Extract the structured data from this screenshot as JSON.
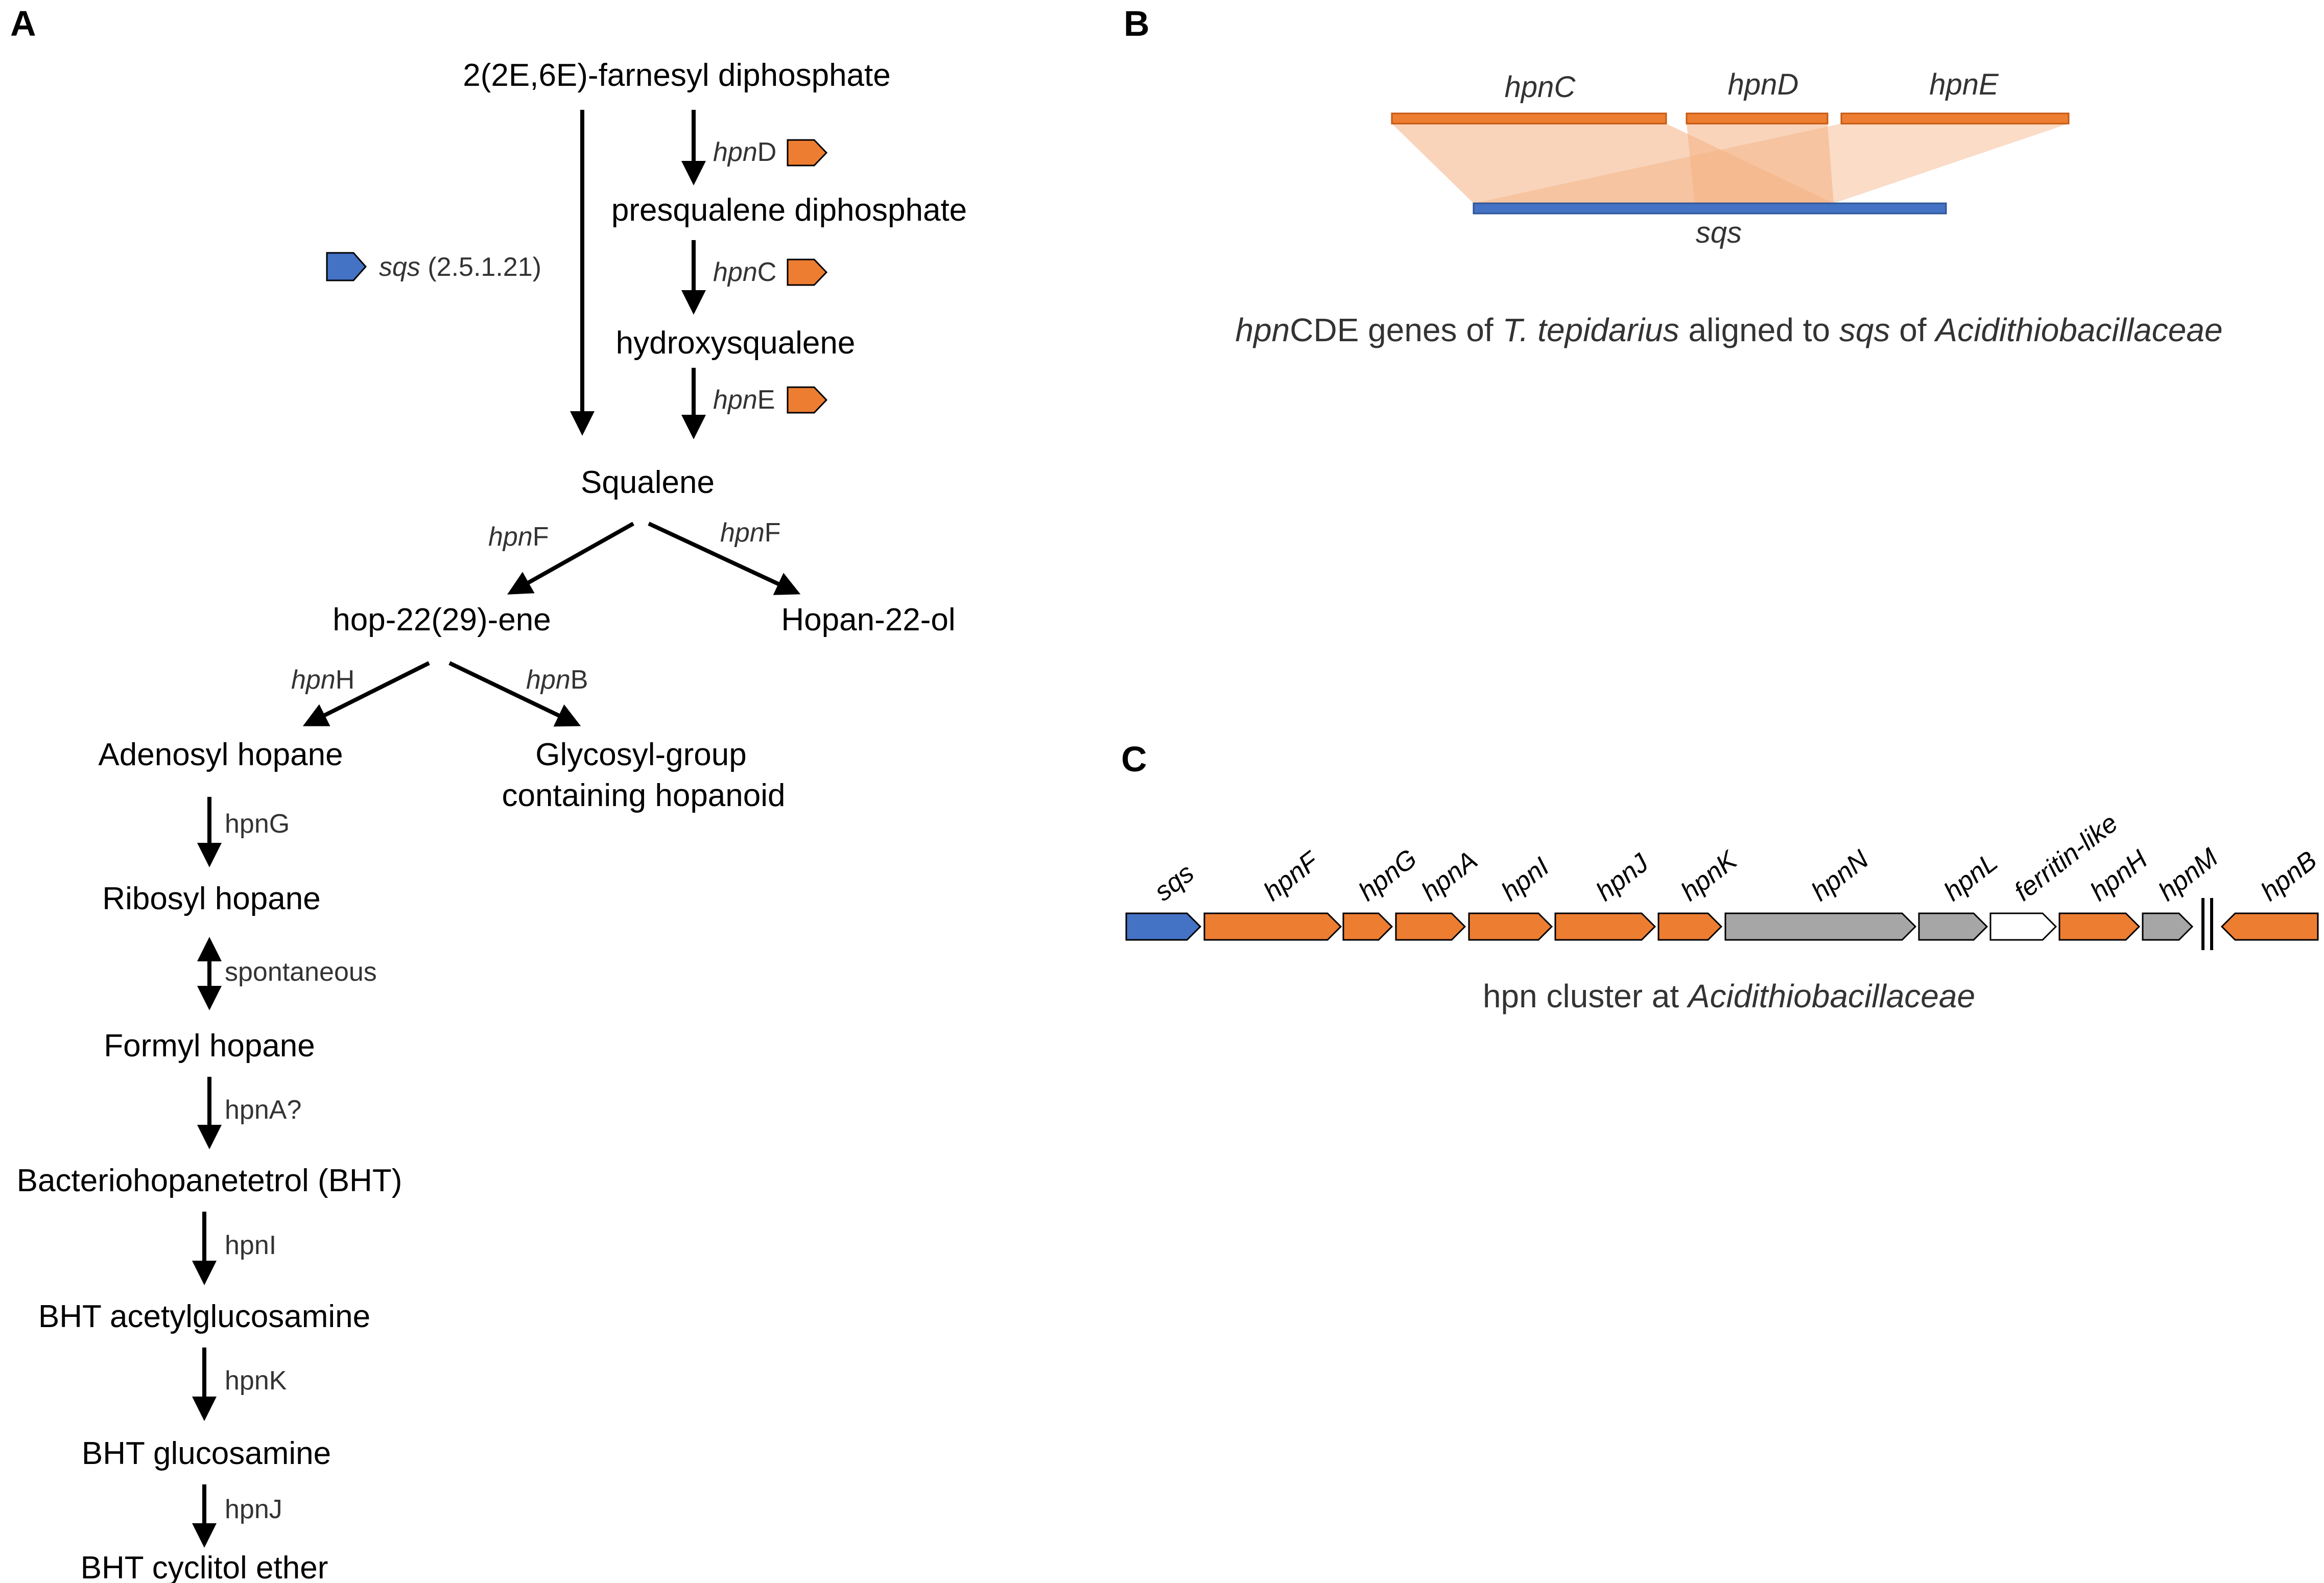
{
  "colors": {
    "hpn_orange": "#ED7D31",
    "sqs_blue": "#4472C4",
    "grey_gene": "#A6A6A6",
    "white_gene": "#FFFFFF",
    "alignment_fill": "#F4B183"
  },
  "panels": {
    "a": {
      "label": "A",
      "nodes": {
        "fpp": "2(2E,6E)-farnesyl diphosphate",
        "presqualene": "presqualene diphosphate",
        "hydroxysqualene": "hydroxysqualene",
        "squalene": "Squalene",
        "hopene": "hop-22(29)-ene",
        "hopanol": "Hopan-22-ol",
        "adenosyl": "Adenosyl hopane",
        "glycosyl_line1": "Glycosyl-group",
        "glycosyl_line2": "containing hopanoid",
        "ribosyl": "Ribosyl hopane",
        "formyl": "Formyl hopane",
        "bht": "Bacteriohopanetetrol (BHT)",
        "bht_acetyl": "BHT acetylglucosamine",
        "bht_glucosamine": "BHT glucosamine",
        "bht_cyclitol": "BHT cyclitol ether"
      },
      "enzymes": {
        "hpnD": {
          "ital": "hpn",
          "rest": "D"
        },
        "hpnC": {
          "ital": "hpn",
          "rest": "C"
        },
        "hpnE": {
          "ital": "hpn",
          "rest": "E"
        },
        "sqs": {
          "ital": "sqs",
          "rest": " (2.5.1.21)"
        },
        "hpnF_left": {
          "ital": "hpn",
          "rest": "F"
        },
        "hpnF_right": {
          "ital": "hpn",
          "rest": "F"
        },
        "hpnH": {
          "ital": "hpn",
          "rest": "H"
        },
        "hpnB": {
          "ital": "hpn",
          "rest": "B"
        },
        "hpnG": "hpnG",
        "spontaneous": "spontaneous",
        "hpnA": "hpnA?",
        "hpnI": "hpnI",
        "hpnK": "hpnK",
        "hpnJ": "hpnJ"
      }
    },
    "b": {
      "label": "B",
      "genes": {
        "hpnC": {
          "ital": "hpn",
          "rest": "C"
        },
        "hpnD": {
          "ital": "hpn",
          "rest": "D"
        },
        "hpnE": {
          "ital": "hpn",
          "rest": "E"
        },
        "sqs": "sqs"
      },
      "caption": {
        "p1": "hpn",
        "p2": "CDE genes of ",
        "p3": "T. tepidarius",
        "p4": " aligned to ",
        "p5": "sqs",
        "p6": " of ",
        "p7": "Acidithiobacillaceae"
      }
    },
    "c": {
      "label": "C",
      "genes": [
        {
          "name": "sqs",
          "color": "blue"
        },
        {
          "name": "hpnF",
          "color": "orange"
        },
        {
          "name": "hpnG",
          "color": "orange"
        },
        {
          "name": "hpnA",
          "color": "orange"
        },
        {
          "name": "hpnI",
          "color": "orange"
        },
        {
          "name": "hpnJ",
          "color": "orange"
        },
        {
          "name": "hpnK",
          "color": "orange"
        },
        {
          "name": "hpnN",
          "color": "grey"
        },
        {
          "name": "hpnL",
          "color": "grey"
        },
        {
          "name": "ferritin-like",
          "color": "white"
        },
        {
          "name": "hpnH",
          "color": "orange"
        },
        {
          "name": "hpnM",
          "color": "grey"
        },
        {
          "name": "hpnB",
          "color": "orange"
        }
      ],
      "caption": {
        "p1": "hpn cluster at ",
        "p2": "Acidithiobacillaceae"
      }
    }
  }
}
